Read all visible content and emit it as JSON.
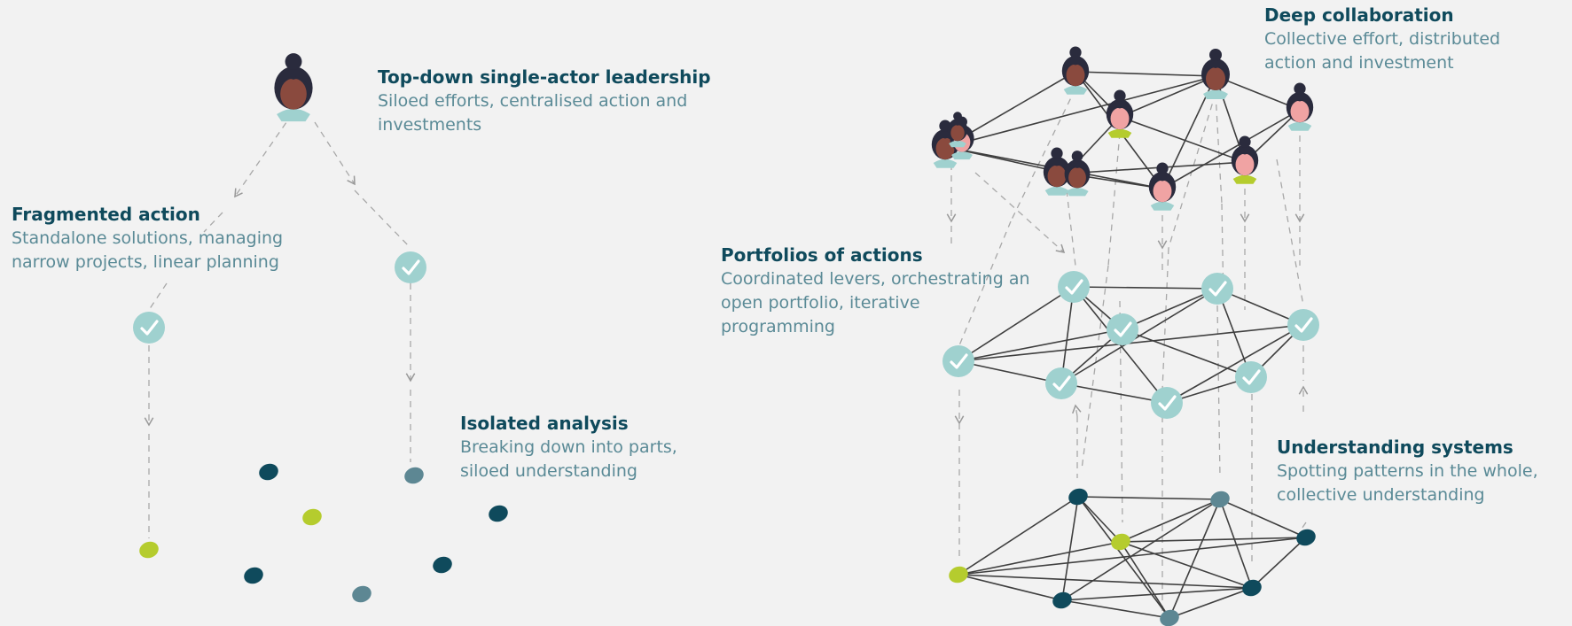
{
  "labels": {
    "top_down": {
      "title": "Top-down single-actor leadership",
      "subtitle": "Siloed efforts, centralised action and investments"
    },
    "fragmented": {
      "title": "Fragmented action",
      "subtitle": "Standalone solutions, managing narrow projects, linear planning"
    },
    "isolated": {
      "title": "Isolated analysis",
      "subtitle": "Breaking down into parts, siloed understanding"
    },
    "deep": {
      "title": "Deep collaboration",
      "subtitle": "Collective effort, distributed action and  investment"
    },
    "portfolios": {
      "title": "Portfolios of actions",
      "subtitle": "Coordinated levers, orchestrating an open portfolio, iterative programming"
    },
    "systems": {
      "title": "Understanding systems",
      "subtitle": "Spotting patterns in the whole, collective understanding"
    }
  },
  "icons": {
    "person": "person-avatar-icon",
    "check": "checkmark-icon",
    "blob": "data-blob-icon"
  },
  "colors": {
    "title": "#0f4a5c",
    "subtitle": "#5a8a96",
    "check_fill": "#9fd1cf",
    "dark_teal": "#0f4a5c",
    "grey_teal": "#5d8793",
    "lime": "#b5cc2e",
    "skin_brown": "#8a4a3e",
    "skin_pink": "#f0a3a3",
    "hair": "#2a2b3d",
    "collar": "#9fd1cf"
  }
}
